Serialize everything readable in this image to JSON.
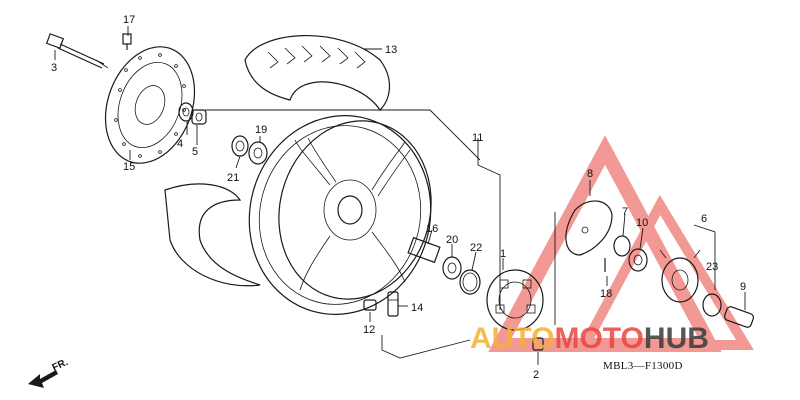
{
  "diagram_code": "MBL3—F1300D",
  "direction_label": "FR.",
  "callouts": {
    "c1": "1",
    "c2": "2",
    "c3": "3",
    "c4": "4",
    "c5": "5",
    "c6": "6",
    "c7": "7",
    "c8": "8",
    "c9": "9",
    "c10": "10",
    "c11": "11",
    "c12": "12",
    "c13": "13",
    "c14": "14",
    "c15": "15",
    "c16": "16",
    "c17": "17",
    "c18": "18",
    "c19": "19",
    "c20": "20",
    "c21": "21",
    "c22": "22",
    "c23": "23"
  },
  "watermark": {
    "part1": "AUTO",
    "part2": "MOTO",
    "part3": "HUB",
    "color_part1": "#f2b233",
    "color_part2": "#e8463f",
    "color_part3": "#3a3a3a",
    "triangle_color": "#e8463f"
  }
}
